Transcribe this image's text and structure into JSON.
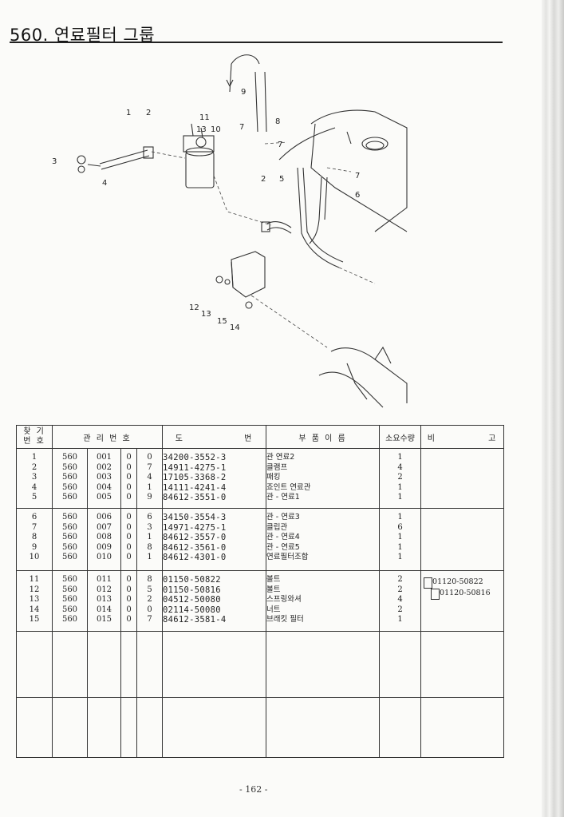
{
  "header": {
    "title": "560. 연료필터 그룹"
  },
  "diagram": {
    "callouts": [
      "1",
      "2",
      "11",
      "13",
      "10",
      "3",
      "4",
      "9",
      "8",
      "7",
      "7",
      "7",
      "6",
      "2",
      "5",
      "12",
      "13",
      "15",
      "14"
    ]
  },
  "table": {
    "headers": {
      "no_line1": "찾 기",
      "no_line2": "번 호",
      "mgmt": "관 리 번 호",
      "drawing": "도 번",
      "part_name": "부 품 이 름",
      "qty": "소요수량",
      "remarks": "비 고"
    },
    "groups": [
      {
        "rows": [
          {
            "no": "1",
            "g": "560",
            "s": "001",
            "z": "0",
            "c": "0",
            "drawing": "34200-3552-3",
            "name": "관 연료2",
            "qty": "1"
          },
          {
            "no": "2",
            "g": "560",
            "s": "002",
            "z": "0",
            "c": "7",
            "drawing": "14911-4275-1",
            "name": "클램프",
            "qty": "4"
          },
          {
            "no": "3",
            "g": "560",
            "s": "003",
            "z": "0",
            "c": "4",
            "drawing": "17105-3368-2",
            "name": "패킹",
            "qty": "2"
          },
          {
            "no": "4",
            "g": "560",
            "s": "004",
            "z": "0",
            "c": "1",
            "drawing": "14111-4241-4",
            "name": "죠인트 연료관",
            "qty": "1"
          },
          {
            "no": "5",
            "g": "560",
            "s": "005",
            "z": "0",
            "c": "9",
            "drawing": "84612-3551-0",
            "name": "관 - 연료1",
            "qty": "1"
          }
        ]
      },
      {
        "rows": [
          {
            "no": "6",
            "g": "560",
            "s": "006",
            "z": "0",
            "c": "6",
            "drawing": "34150-3554-3",
            "name": "관 - 연료3",
            "qty": "1"
          },
          {
            "no": "7",
            "g": "560",
            "s": "007",
            "z": "0",
            "c": "3",
            "drawing": "14971-4275-1",
            "name": "클립관",
            "qty": "6"
          },
          {
            "no": "8",
            "g": "560",
            "s": "008",
            "z": "0",
            "c": "1",
            "drawing": "84612-3557-0",
            "name": "관 - 연료4",
            "qty": "1"
          },
          {
            "no": "9",
            "g": "560",
            "s": "009",
            "z": "0",
            "c": "8",
            "drawing": "84612-3561-0",
            "name": "관 - 연료5",
            "qty": "1"
          },
          {
            "no": "10",
            "g": "560",
            "s": "010",
            "z": "0",
            "c": "1",
            "drawing": "84612-4301-0",
            "name": "연료필터조합",
            "qty": "1"
          }
        ]
      },
      {
        "rows": [
          {
            "no": "11",
            "g": "560",
            "s": "011",
            "z": "0",
            "c": "8",
            "drawing": "01150-50822",
            "name": "볼트",
            "qty": "2"
          },
          {
            "no": "12",
            "g": "560",
            "s": "012",
            "z": "0",
            "c": "5",
            "drawing": "01150-50816",
            "name": "볼트",
            "qty": "2"
          },
          {
            "no": "13",
            "g": "560",
            "s": "013",
            "z": "0",
            "c": "2",
            "drawing": "04512-50080",
            "name": "스프링와셔",
            "qty": "4"
          },
          {
            "no": "14",
            "g": "560",
            "s": "014",
            "z": "0",
            "c": "0",
            "drawing": "02114-50080",
            "name": "너트",
            "qty": "2"
          },
          {
            "no": "15",
            "g": "560",
            "s": "015",
            "z": "0",
            "c": "7",
            "drawing": "84612-3581-4",
            "name": "브래킷 필터",
            "qty": "1"
          }
        ],
        "remarks": [
          "01120-50822",
          "01120-50816"
        ]
      }
    ]
  },
  "footer": {
    "page_number": "- 162 -"
  }
}
